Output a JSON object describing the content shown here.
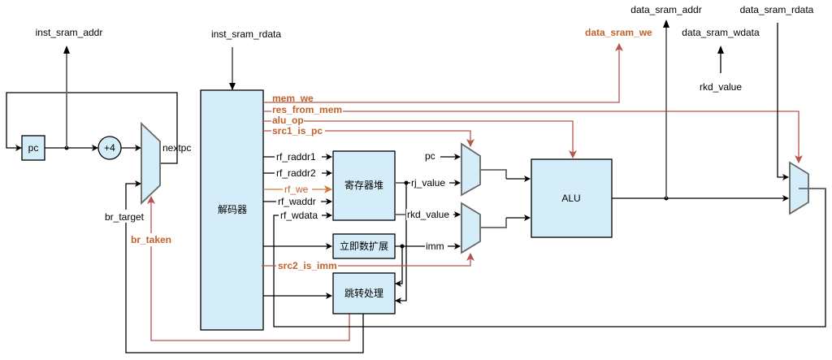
{
  "diagram": {
    "title": "",
    "colors": {
      "block_fill": "#d5edf9",
      "wire": "#000000",
      "control_wire": "#b85450",
      "control_label": "#c0622a"
    },
    "blocks": {
      "pc": "pc",
      "plus4": "+4",
      "decoder": "解码器",
      "regfile": "寄存器堆",
      "imm_ext": "立即数扩展",
      "branch": "跳转处理",
      "alu": "ALU"
    },
    "ports": {
      "inst_sram_addr": "inst_sram_addr",
      "inst_sram_rdata": "inst_sram_rdata",
      "data_sram_addr": "data_sram_addr",
      "data_sram_rdata": "data_sram_rdata",
      "data_sram_we": "data_sram_we",
      "data_sram_wdata": "data_sram_wdata",
      "rkd_value_src": "rkd_value"
    },
    "signals": {
      "nextpc": "nextpc",
      "br_target": "br_target",
      "br_taken": "br_taken",
      "mem_we": "mem_we",
      "res_from_mem": "res_from_mem",
      "alu_op": "alu_op",
      "src1_is_pc": "src1_is_pc",
      "rf_raddr1": "rf_raddr1",
      "rf_raddr2": "rf_raddr2",
      "rf_we": "rf_we",
      "rf_waddr": "rf_waddr",
      "rf_wdata": "rf_wdata",
      "rj_value": "rj_value",
      "rkd_value": "rkd_value",
      "imm": "imm",
      "pc_in": "pc",
      "src2_is_imm": "src2_is_imm"
    }
  }
}
